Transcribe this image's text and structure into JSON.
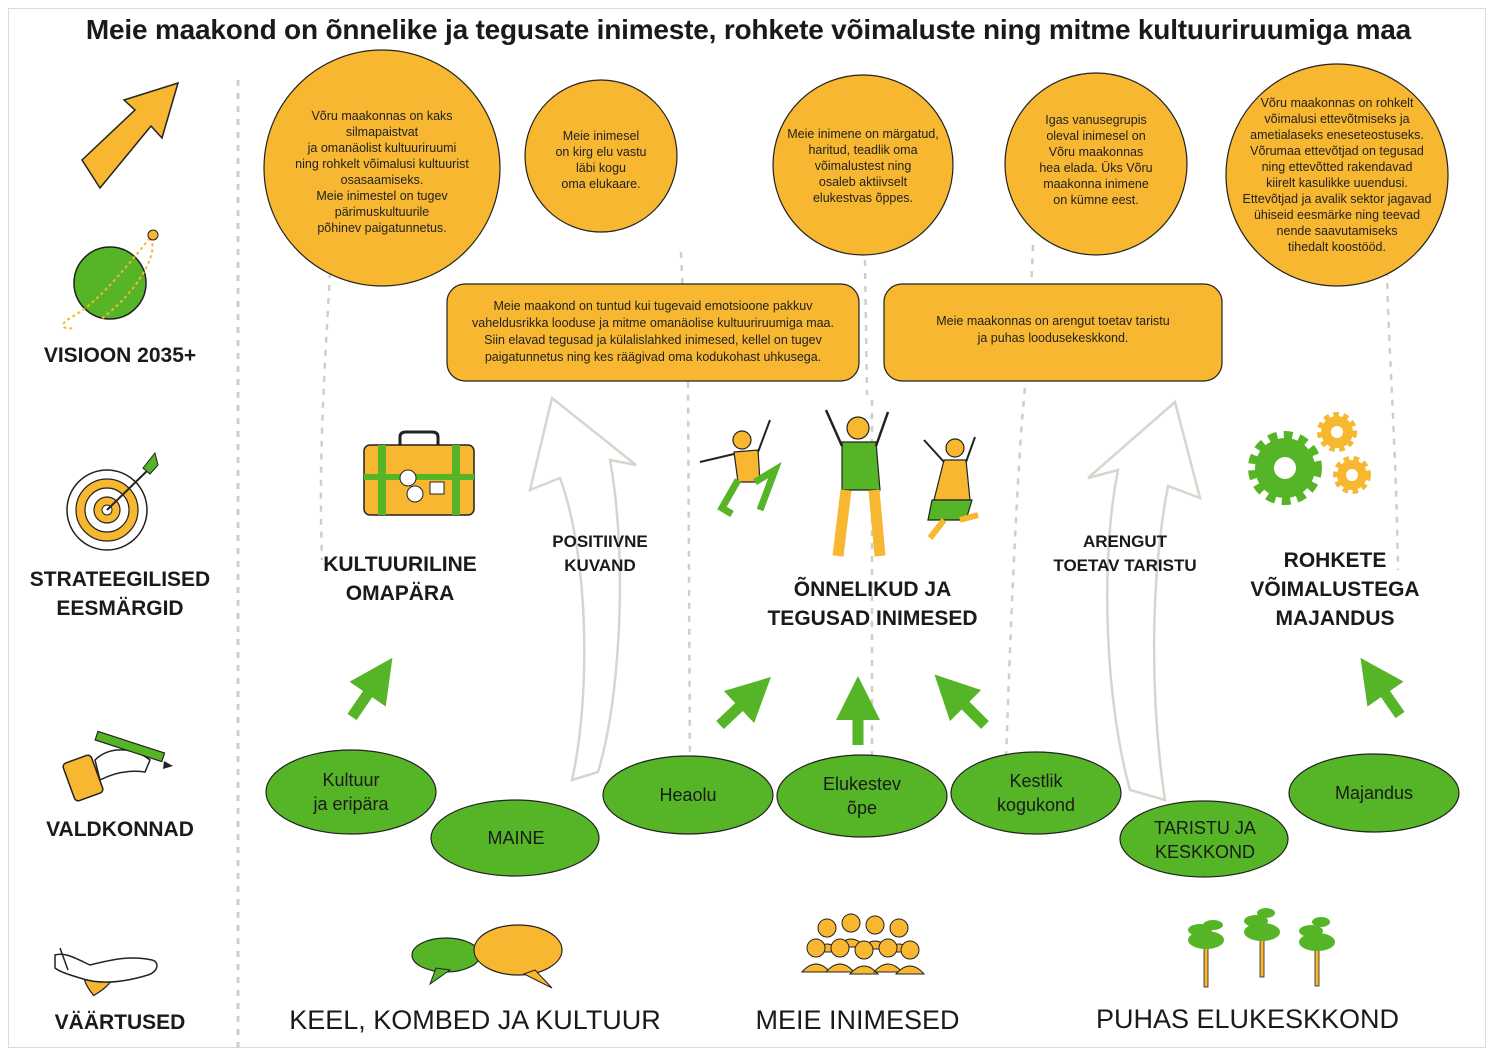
{
  "title": "Meie maakond on õnnelike ja tegusate inimeste, rohkete võimaluste ning mitme kultuuriruumiga maa",
  "row_labels": {
    "vision": "VISIOON 2035+",
    "goals": "STRATEEGILISED\nEESMÄRGID",
    "areas": "VALDKONNAD",
    "values": "VÄÄRTUSED"
  },
  "vision_circles": [
    "Võru maakonnas on kaks\nsilmapaistvat\nja omanäolist kultuuriruumi\nning rohkelt võimalusi kultuurist\nosasaamiseks.\nMeie inimestel on tugev\npärimuskultuurile\npõhinev paigatunnetus.",
    "Meie inimesel\non kirg elu vastu\nläbi kogu\noma elukaare.",
    "Meie inimene on märgatud,\nharitud, teadlik oma\nvõimalustest ning\nosaleb aktiivselt\nelukestvas õppes.",
    "Igas vanusegrupis\noleval inimesel on\nVõru maakonnas\nhea elada. Üks Võru\nmaakonna inimene\non kümne eest.",
    "Võru maakonnas on rohkelt\nvõimalusi ettevõtmiseks ja\nametialaseks eneseteostuseks.\nVõrumaa ettevõtjad on tegusad\nning ettevõtted  rakendavad\nkiirelt kasulikke uuendusi.\nEttevõtjad ja avalik sektor jagavad\nühiseid eesmärke ning teevad\nnende saavutamiseks\ntihedalt koostööd."
  ],
  "vision_boxes": [
    "Meie maakond on tuntud kui tugevaid emotsioone pakkuv\nvaheldusrikka looduse ja mitme omanäolise kultuuriruumiga maa.\nSiin elavad tegusad ja külalislahked inimesed, kellel on tugev\npaigatunnetus ning kes räägivad oma kodukohast uhkusega.",
    "Meie maakonnas on arengut toetav taristu\nja puhas loodusekeskkond."
  ],
  "goals": [
    "KULTUURILINE\nOMAPÄRA",
    "ÕNNELIKUD JA\nTEGUSAD INIMESED",
    "ROHKETE\nVÕIMALUSTEGA\nMAJANDUS"
  ],
  "arrow_labels": [
    "POSITIIVNE\nKUVAND",
    "ARENGUT\nTOETAV TARISTU"
  ],
  "areas": [
    "Kultuur\nja eripära",
    "MAINE",
    "Heaolu",
    "Elukestev\nõpe",
    "Kestlik\nkogukond",
    "TARISTU JA\nKESKKOND",
    "Majandus"
  ],
  "values": [
    "KEEL, KOMBED JA KULTUUR",
    "MEIE INIMESED",
    "PUHAS ELUKESKKOND"
  ],
  "icons": {
    "vision": [
      "growth-arrow-icon",
      "planet-orbit-icon"
    ],
    "goals": [
      "target-icon",
      "suitcase-icon",
      "jumping-people-icon",
      "gears-icon"
    ],
    "areas": [
      "writing-hand-icon"
    ],
    "values": [
      "heart-hand-icon",
      "speech-bubbles-icon",
      "people-group-icon",
      "trees-icon"
    ]
  },
  "colors": {
    "yellow": "#F7B731",
    "green": "#55B526",
    "outline": "#222222",
    "dashed": "#CFCFC8"
  }
}
